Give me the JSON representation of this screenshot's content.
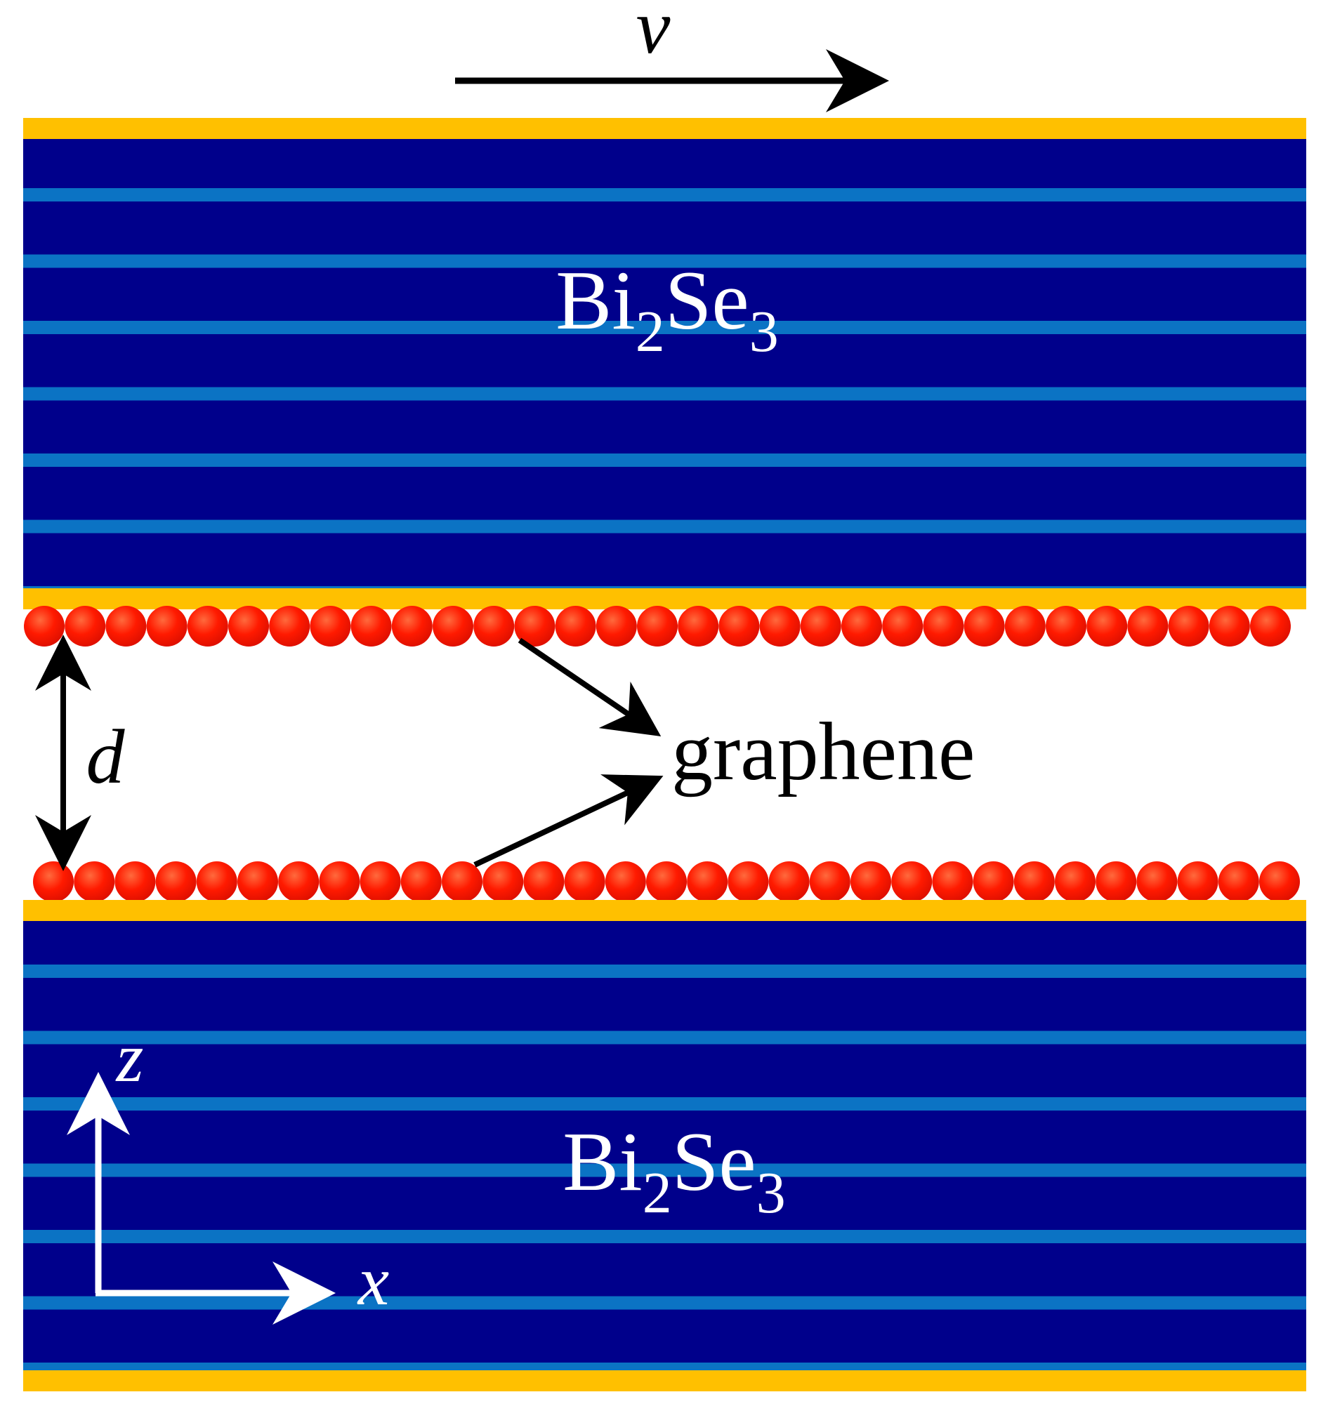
{
  "labels": {
    "velocity": "v",
    "top_material": "Bi",
    "top_material_sub1": "2",
    "top_material_mid": "Se",
    "top_material_sub2": "3",
    "bottom_material": "Bi",
    "bottom_material_sub1": "2",
    "bottom_material_mid": "Se",
    "bottom_material_sub2": "3",
    "separation": "d",
    "sheet": "graphene",
    "axis_z": "z",
    "axis_x": "x"
  },
  "colors": {
    "slab": "#00008b",
    "slab_stripe": "#0b73c4",
    "surface_layer": "#ffc000",
    "atom": "#ff1a00",
    "atom_highlight": "#ff6a3d",
    "ink": "#000000",
    "axis": "#ffffff"
  }
}
